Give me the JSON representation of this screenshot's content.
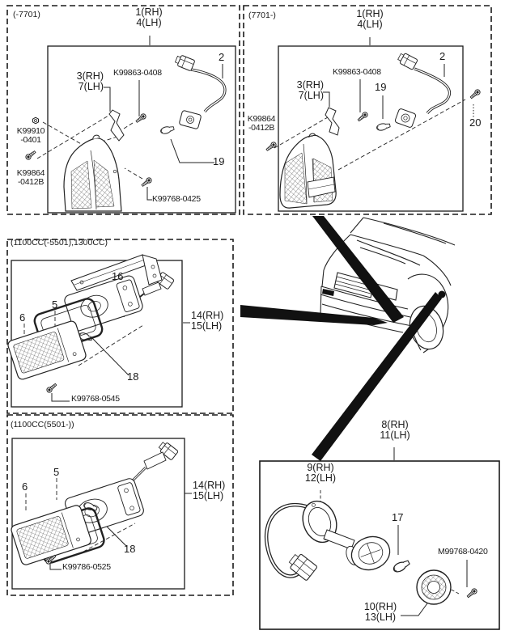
{
  "colors": {
    "ink": "#1a1a1a",
    "paper": "#ffffff"
  },
  "panels": {
    "front_lamp_pre": {
      "variant": "(-7701)",
      "assembly": {
        "l1": "1(RH)",
        "l2": "4(LH)"
      },
      "bracket": {
        "l1": "3(RH)",
        "l2": "7(LH)"
      },
      "screw_upper": "K99863-0408",
      "harness": "2",
      "bulb": "19",
      "nut": {
        "l1": "K99910",
        "l2": "-0401"
      },
      "screw_side": {
        "l1": "K99864",
        "l2": "-0412B"
      },
      "screw_lower": "K99768-0425"
    },
    "rear_lamp_post": {
      "variant": "(7701-)",
      "assembly": {
        "l1": "1(RH)",
        "l2": "4(LH)"
      },
      "screw_upper": "K99863-0408",
      "bracket": {
        "l1": "3(RH)",
        "l2": "7(LH)"
      },
      "bulb": "19",
      "harness": "2",
      "screw_side": {
        "l1": "K99864",
        "l2": "-0412B"
      },
      "grommet": "20"
    },
    "side_marker_early": {
      "variant": "(1100CC(-5501),1300CC)",
      "bracket": "16",
      "gasket": "5",
      "lens": "6",
      "assembly": {
        "l1": "14(RH)",
        "l2": "15(LH)"
      },
      "bulb": "18",
      "screw": "K99768-0545"
    },
    "side_marker_late": {
      "variant": "(1100CC(5501-))",
      "gasket": "5",
      "lens": "6",
      "assembly": {
        "l1": "14(RH)",
        "l2": "15(LH)"
      },
      "bulb": "18",
      "screw": "K99786-0525"
    },
    "side_turn_lamp": {
      "assembly": {
        "l1": "8(RH)",
        "l2": "11(LH)"
      },
      "body": {
        "l1": "9(RH)",
        "l2": "12(LH)"
      },
      "bulb": "17",
      "screw": "M99768-0420",
      "lens": {
        "l1": "10(RH)",
        "l2": "13(LH)"
      }
    }
  }
}
